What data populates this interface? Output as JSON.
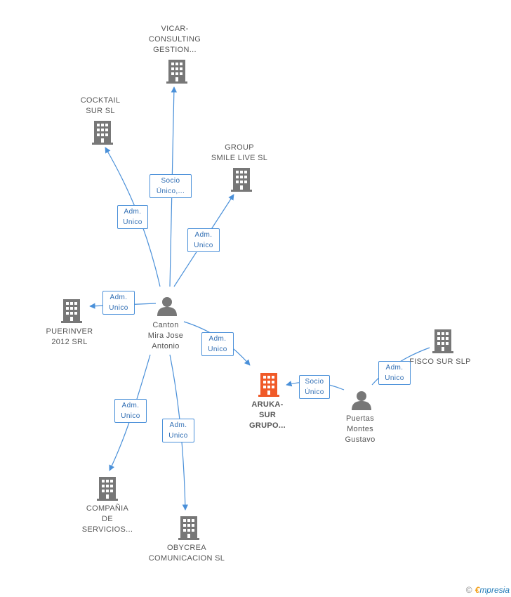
{
  "colors": {
    "node_gray": "#777777",
    "node_focus": "#f05a28",
    "edge": "#4a90d9"
  },
  "nodes": {
    "vicar": {
      "type": "company",
      "lines": [
        "VICAR-",
        "CONSULTING",
        "GESTION..."
      ]
    },
    "cocktail": {
      "type": "company",
      "lines": [
        "COCKTAIL",
        "SUR SL"
      ]
    },
    "group_smile": {
      "type": "company",
      "lines": [
        "GROUP",
        "SMILE LIVE SL"
      ]
    },
    "puerinver": {
      "type": "company",
      "lines": [
        "PUERINVER",
        "2012 SRL"
      ]
    },
    "canton": {
      "type": "person",
      "lines": [
        "Canton",
        "Mira Jose",
        "Antonio"
      ]
    },
    "aruka": {
      "type": "company-focus",
      "lines": [
        "ARUKA-",
        "SUR",
        "GRUPO..."
      ]
    },
    "fisco": {
      "type": "company",
      "lines": [
        "FISCO SUR SLP"
      ]
    },
    "puertas": {
      "type": "person",
      "lines": [
        "Puertas",
        "Montes",
        "Gustavo"
      ]
    },
    "compania": {
      "type": "company",
      "lines": [
        "COMPAÑIA",
        "DE",
        "SERVICIOS..."
      ]
    },
    "obycrea": {
      "type": "company",
      "lines": [
        "OBYCREA",
        "COMUNICACION SL"
      ]
    }
  },
  "edges": {
    "canton_vicar": [
      "Socio",
      "Único,..."
    ],
    "canton_cocktail": [
      "Adm.",
      "Unico"
    ],
    "canton_group": [
      "Adm.",
      "Unico"
    ],
    "canton_puerinver": [
      "Adm.",
      "Unico"
    ],
    "canton_aruka": [
      "Adm.",
      "Unico"
    ],
    "puertas_aruka": [
      "Socio",
      "Único"
    ],
    "puertas_fisco": [
      "Adm.",
      "Unico"
    ],
    "canton_compania": [
      "Adm.",
      "Unico"
    ],
    "canton_obycrea": [
      "Adm.",
      "Unico"
    ]
  },
  "watermark": {
    "copyright": "©",
    "brand_initial": "€",
    "brand_rest": "mpresia"
  }
}
